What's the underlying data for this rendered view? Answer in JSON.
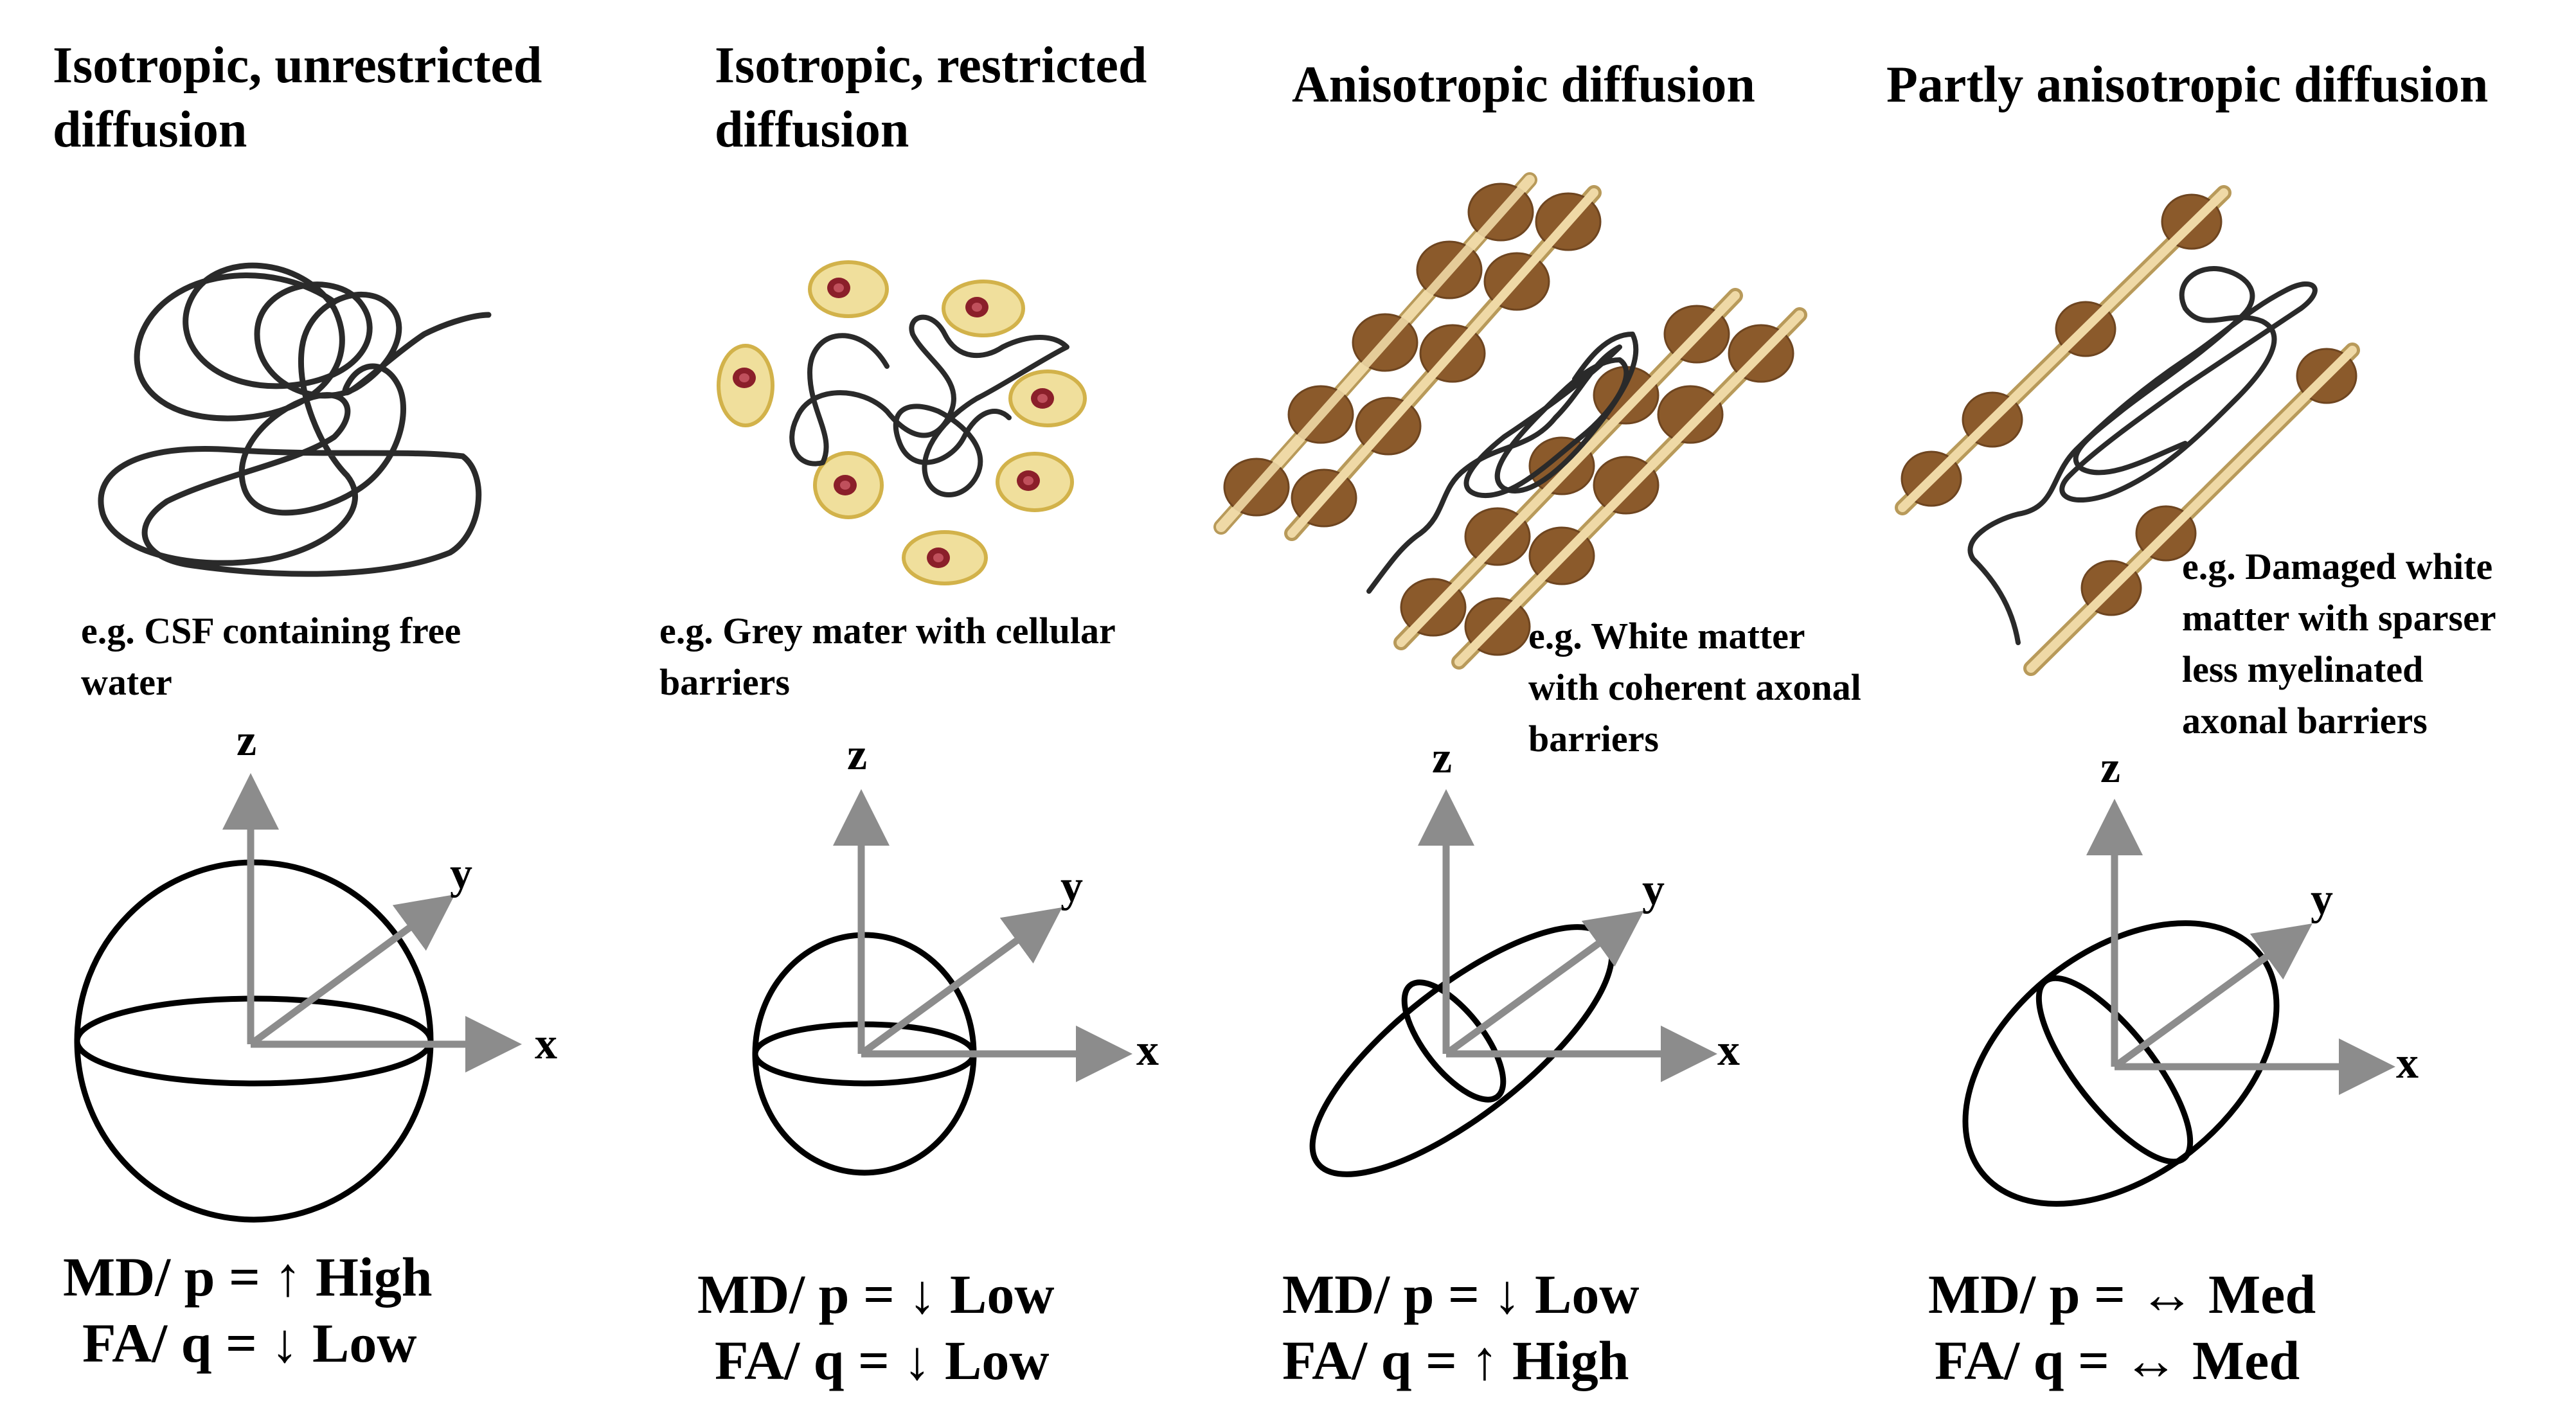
{
  "panels": [
    {
      "title_line1": "Isotropic, unrestricted",
      "title_line2": "diffusion",
      "example_line1": "e.g. CSF containing free",
      "example_line2": "water",
      "md": "MD/ p = ↑ High",
      "fa": "FA/ q = ↓ Low"
    },
    {
      "title_line1": "Isotropic, restricted",
      "title_line2": "diffusion",
      "example_line1": "e.g. Grey mater with cellular",
      "example_line2": "barriers",
      "md": "MD/ p = ↓ Low",
      "fa": "FA/ q = ↓ Low"
    },
    {
      "title_line1": "Anisotropic diffusion",
      "example_line1": "e.g. White matter",
      "example_line2": "with coherent axonal",
      "example_line3": "barriers",
      "md": "MD/ p = ↓ Low",
      "fa": "FA/ q  = ↑ High"
    },
    {
      "title_line1": "Partly anisotropic diffusion",
      "example_line1": "e.g. Damaged white",
      "example_line2": "matter with sparser",
      "example_line3": "less myelinated",
      "example_line4": "axonal barriers",
      "md": "MD/ p = ↔ Med",
      "fa": "FA/ q  = ↔ Med"
    }
  ],
  "axes": {
    "z": "z",
    "y": "y",
    "x": "x"
  },
  "colors": {
    "axis": "#8c8c8c",
    "outline": "#000000",
    "path": "#2a2a2a",
    "cell_fill": "#f0df9c",
    "cell_stroke": "#d2b24a",
    "nucleus": "#8b1f2a",
    "myelin": "#8b5a2b",
    "axon": "#efd9a6"
  }
}
